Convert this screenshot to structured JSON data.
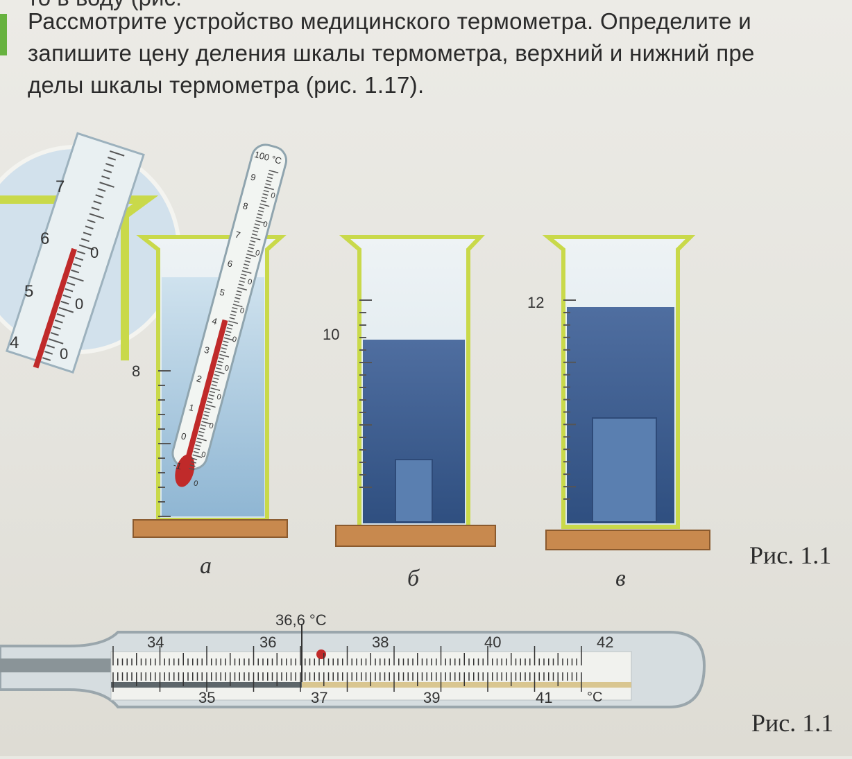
{
  "text": {
    "top_fragment": "то в воду (рис.",
    "lines": [
      "Рассмотрите устройство медицинского термометра. Определите и",
      "запишите цену деления шкалы термометра, верхний и нижний пре",
      "делы шкалы термометра (рис. 1.17)."
    ]
  },
  "figure_top": {
    "beakers": [
      {
        "letter": "а",
        "mark_label": "8"
      },
      {
        "letter": "б",
        "mark_label": "10"
      },
      {
        "letter": "в",
        "mark_label": "12"
      }
    ],
    "caption": "Рис. 1.1",
    "zoom": {
      "labels": [
        "7",
        "6",
        "5",
        "4"
      ],
      "right_labels": [
        "0",
        "0",
        "0"
      ]
    },
    "lab_thermometer": {
      "top_label": "100 °C",
      "labels": [
        "9",
        "8",
        "7",
        "6",
        "5",
        "4",
        "3",
        "2",
        "1",
        "0",
        "-1"
      ]
    }
  },
  "figure_bottom": {
    "reading_label": "36,6 °C",
    "top_labels": [
      "34",
      "36",
      "38",
      "40",
      "42"
    ],
    "bottom_labels": [
      "35",
      "37",
      "39",
      "41"
    ],
    "unit": "°C",
    "caption": "Рис. 1.1"
  },
  "colors": {
    "beaker_outline": "#c9d94a",
    "water_light": "#b9d3e6",
    "water_dark": "#3d5c8c",
    "stand": "#c8894e",
    "mercury": "#c02a2a",
    "accent_green": "#67b23f"
  }
}
